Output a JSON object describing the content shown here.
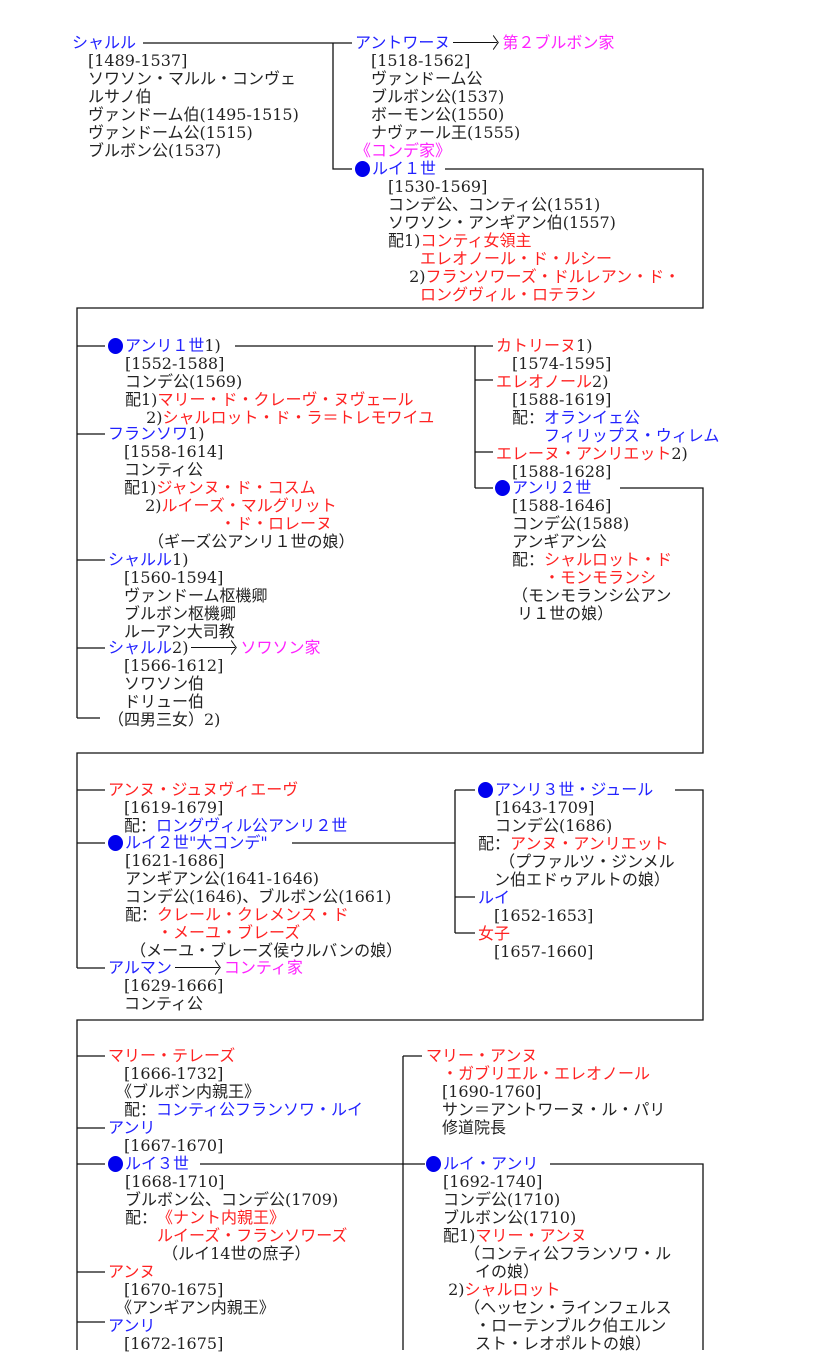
{
  "colors": {
    "b": "#2222ff",
    "r": "#ff2222",
    "m": "#ff22ff",
    "k": "#222222",
    "marker": "#0000ee"
  },
  "blocks": [
    {
      "id": "charles",
      "marker": false,
      "lines": [
        [
          {
            "t": "シャルル",
            "c": "b"
          }
        ],
        [
          {
            "t": "　[1489-1537]",
            "c": "k"
          }
        ],
        [
          {
            "t": "　ソワソン・マルル・コンヴェ",
            "c": "k"
          }
        ],
        [
          {
            "t": "　ルサノ伯",
            "c": "k"
          }
        ],
        [
          {
            "t": "　ヴァンドーム伯(1495-1515)",
            "c": "k"
          }
        ],
        [
          {
            "t": "　ヴァンドーム公(1515)",
            "c": "k"
          }
        ],
        [
          {
            "t": "　ブルボン公(1537)",
            "c": "k"
          }
        ]
      ]
    },
    {
      "id": "antoine",
      "marker": false,
      "lines": [
        [
          {
            "t": "アントワーヌ",
            "c": "b"
          },
          {
            "icon": "arrow-right-icon"
          },
          {
            "t": "第２ブルボン家",
            "c": "m"
          }
        ],
        [
          {
            "t": "　[1518-1562]",
            "c": "k"
          }
        ],
        [
          {
            "t": "　ヴァンドーム公",
            "c": "k"
          }
        ],
        [
          {
            "t": "　ブルボン公(1537)",
            "c": "k"
          }
        ],
        [
          {
            "t": "　ボーモン公(1550)",
            "c": "k"
          }
        ],
        [
          {
            "t": "　ナヴァール王(1555)",
            "c": "k"
          }
        ],
        [
          {
            "t": "《コンデ家》",
            "c": "m"
          }
        ]
      ]
    },
    {
      "id": "louis1",
      "marker": true,
      "lines": [
        [
          {
            "t": "ルイ１世",
            "c": "b"
          }
        ],
        [
          {
            "t": "　[1530-1569]",
            "c": "k"
          }
        ],
        [
          {
            "t": "　コンデ公、コンティ公(1551)",
            "c": "k"
          }
        ],
        [
          {
            "t": "　ソワソン・アンギアン伯(1557)",
            "c": "k"
          }
        ],
        [
          {
            "t": "　配1)",
            "c": "k"
          },
          {
            "t": "コンティ女領主",
            "c": "r"
          }
        ],
        [
          {
            "t": "　　　",
            "c": "k"
          },
          {
            "t": "エレオノール・ド・ルシー",
            "c": "r"
          }
        ],
        [
          {
            "t": "　　 2)",
            "c": "k"
          },
          {
            "t": "フランソワーズ・ドルレアン・ド・",
            "c": "r"
          }
        ],
        [
          {
            "t": "　　　",
            "c": "k"
          },
          {
            "t": "ロングヴィル・ロテラン",
            "c": "r"
          }
        ]
      ]
    },
    {
      "id": "henri1",
      "marker": true,
      "lines": [
        [
          {
            "t": "アンリ１世",
            "c": "b"
          },
          {
            "t": "1)",
            "c": "k"
          }
        ],
        [
          {
            "t": "[1552-1588]",
            "c": "k"
          }
        ],
        [
          {
            "t": "コンデ公(1569)",
            "c": "k"
          }
        ],
        [
          {
            "t": "配1)",
            "c": "k"
          },
          {
            "t": "マリー・ド・クレーヴ・ヌヴェール",
            "c": "r"
          }
        ],
        [
          {
            "t": "　 2)",
            "c": "k"
          },
          {
            "t": "シャルロット・ド・ラ＝トレモワイユ",
            "c": "r"
          }
        ]
      ]
    },
    {
      "id": "francois",
      "marker": false,
      "lines": [
        [
          {
            "t": "フランソワ",
            "c": "b"
          },
          {
            "t": "1)",
            "c": "k"
          }
        ],
        [
          {
            "t": "　[1558-1614]",
            "c": "k"
          }
        ],
        [
          {
            "t": "　コンティ公",
            "c": "k"
          }
        ],
        [
          {
            "t": "　配1)",
            "c": "k"
          },
          {
            "t": "ジャンヌ・ド・コスム",
            "c": "r"
          }
        ],
        [
          {
            "t": "　　 2)",
            "c": "k"
          },
          {
            "t": "ルイーズ・マルグリット",
            "c": "r"
          }
        ],
        [
          {
            "t": "　　　　　　　",
            "c": "k"
          },
          {
            "t": "・ド・ロレーヌ",
            "c": "r"
          }
        ],
        [
          {
            "t": "　　　（ギーズ公アンリ１世の娘）",
            "c": "k"
          }
        ]
      ]
    },
    {
      "id": "charles1",
      "marker": false,
      "lines": [
        [
          {
            "t": "シャルル",
            "c": "b"
          },
          {
            "t": "1)",
            "c": "k"
          }
        ],
        [
          {
            "t": "　[1560-1594]",
            "c": "k"
          }
        ],
        [
          {
            "t": "　ヴァンドーム枢機卿",
            "c": "k"
          }
        ],
        [
          {
            "t": "　ブルボン枢機卿",
            "c": "k"
          }
        ],
        [
          {
            "t": "　ルーアン大司教",
            "c": "k"
          }
        ]
      ]
    },
    {
      "id": "charles2",
      "marker": false,
      "lines": [
        [
          {
            "t": "シャルル",
            "c": "b"
          },
          {
            "t": "2)",
            "c": "k"
          },
          {
            "icon": "arrow-right-icon"
          },
          {
            "t": "ソワソン家",
            "c": "m"
          }
        ],
        [
          {
            "t": "　[1566-1612]",
            "c": "k"
          }
        ],
        [
          {
            "t": "　ソワソン伯",
            "c": "k"
          }
        ],
        [
          {
            "t": "　ドリュー伯",
            "c": "k"
          }
        ],
        [
          {
            "t": "（四男三女）2)",
            "c": "k"
          }
        ]
      ]
    },
    {
      "id": "catherine",
      "marker": false,
      "lines": [
        [
          {
            "t": "カトリーヌ",
            "c": "r"
          },
          {
            "t": "1)",
            "c": "k"
          }
        ],
        [
          {
            "t": "　[1574-1595]",
            "c": "k"
          }
        ],
        [
          {
            "t": "エレオノール",
            "c": "r"
          },
          {
            "t": "2)",
            "c": "k"
          }
        ],
        [
          {
            "t": "　[1588-1619]",
            "c": "k"
          }
        ],
        [
          {
            "t": "　配：",
            "c": "k"
          },
          {
            "t": "オランイェ公",
            "c": "b"
          }
        ],
        [
          {
            "t": "　　　",
            "c": "k"
          },
          {
            "t": "フィリップス・ウィレム",
            "c": "b"
          }
        ],
        [
          {
            "t": "エレーヌ・アンリエット",
            "c": "r"
          },
          {
            "t": "2)",
            "c": "k"
          }
        ],
        [
          {
            "t": "　[1588-1628]",
            "c": "k"
          }
        ]
      ]
    },
    {
      "id": "henri2",
      "marker": true,
      "lines": [
        [
          {
            "t": "アンリ２世",
            "c": "b"
          }
        ],
        [
          {
            "t": "[1588-1646]",
            "c": "k"
          }
        ],
        [
          {
            "t": "コンデ公(1588)",
            "c": "k"
          }
        ],
        [
          {
            "t": "アンギアン公",
            "c": "k"
          }
        ],
        [
          {
            "t": "配：",
            "c": "k"
          },
          {
            "t": "シャルロット・ド",
            "c": "r"
          }
        ],
        [
          {
            "t": "　　",
            "c": "k"
          },
          {
            "t": "・モンモランシ",
            "c": "r"
          }
        ],
        [
          {
            "t": "（モンモランシ公アン",
            "c": "k"
          }
        ],
        [
          {
            "t": " リ１世の娘）",
            "c": "k"
          }
        ]
      ]
    },
    {
      "id": "anne-genevieve",
      "marker": false,
      "lines": [
        [
          {
            "t": "アンヌ・ジュヌヴィエーヴ",
            "c": "r"
          }
        ],
        [
          {
            "t": "　[1619-1679]",
            "c": "k"
          }
        ],
        [
          {
            "t": "　配：",
            "c": "k"
          },
          {
            "t": "ロングヴィル公アンリ２世",
            "c": "b"
          }
        ]
      ]
    },
    {
      "id": "louis2",
      "marker": true,
      "lines": [
        [
          {
            "t": "ルイ２世\"大コンデ\"",
            "c": "b"
          }
        ],
        [
          {
            "t": "[1621-1686]",
            "c": "k"
          }
        ],
        [
          {
            "t": "アンギアン公(1641-1646)",
            "c": "k"
          }
        ],
        [
          {
            "t": "コンデ公(1646)、ブルボン公(1661)",
            "c": "k"
          }
        ],
        [
          {
            "t": "配：",
            "c": "k"
          },
          {
            "t": "クレール・クレメンス・ド",
            "c": "r"
          }
        ],
        [
          {
            "t": "　　",
            "c": "k"
          },
          {
            "t": "・メーユ・ブレーズ",
            "c": "r"
          }
        ],
        [
          {
            "t": " （メーユ・ブレーズ侯ウルバンの娘）",
            "c": "k"
          }
        ]
      ]
    },
    {
      "id": "armand",
      "marker": false,
      "lines": [
        [
          {
            "t": "アルマン",
            "c": "b"
          },
          {
            "icon": "arrow-right-icon"
          },
          {
            "t": "コンティ家",
            "c": "m"
          }
        ],
        [
          {
            "t": "　[1629-1666]",
            "c": "k"
          }
        ],
        [
          {
            "t": "　コンティ公",
            "c": "k"
          }
        ]
      ]
    },
    {
      "id": "henri3",
      "marker": true,
      "lines": [
        [
          {
            "t": "アンリ３世・ジュール",
            "c": "b"
          }
        ],
        [
          {
            "t": "[1643-1709]",
            "c": "k"
          }
        ],
        [
          {
            "t": "コンデ公(1686)",
            "c": "k"
          }
        ]
      ]
    },
    {
      "id": "henri3-spouse",
      "marker": false,
      "lines": [
        [
          {
            "t": "配：",
            "c": "k"
          },
          {
            "t": "アンヌ・アンリエット",
            "c": "r"
          }
        ],
        [
          {
            "t": "　 （プファルツ・ジンメル",
            "c": "k"
          }
        ],
        [
          {
            "t": "　ン伯エドゥアルトの娘）",
            "c": "k"
          }
        ],
        [
          {
            "t": "ルイ",
            "c": "b"
          }
        ],
        [
          {
            "t": "　[1652-1653]",
            "c": "k"
          }
        ],
        [
          {
            "t": "女子",
            "c": "r"
          }
        ],
        [
          {
            "t": "　[1657-1660]",
            "c": "k"
          }
        ]
      ]
    },
    {
      "id": "marie-therese",
      "marker": false,
      "lines": [
        [
          {
            "t": "マリー・テレーズ",
            "c": "r"
          }
        ],
        [
          {
            "t": "　[1666-1732]",
            "c": "k"
          }
        ],
        [
          {
            "t": "　《ブルボン内親王》",
            "c": "k"
          }
        ],
        [
          {
            "t": "　配：",
            "c": "k"
          },
          {
            "t": "コンティ公フランソワ・ルイ",
            "c": "b"
          }
        ],
        [
          {
            "t": "アンリ",
            "c": "b"
          }
        ],
        [
          {
            "t": "　[1667-1670]",
            "c": "k"
          }
        ]
      ]
    },
    {
      "id": "louis3",
      "marker": true,
      "lines": [
        [
          {
            "t": "ルイ３世",
            "c": "b"
          }
        ],
        [
          {
            "t": "[1668-1710]",
            "c": "k"
          }
        ],
        [
          {
            "t": "ブルボン公、コンデ公(1709)",
            "c": "k"
          }
        ],
        [
          {
            "t": "配：",
            "c": "k"
          },
          {
            "t": "《ナント内親王》",
            "c": "r"
          }
        ],
        [
          {
            "t": "　　",
            "c": "k"
          },
          {
            "t": "ルイーズ・フランソワーズ",
            "c": "r"
          }
        ],
        [
          {
            "t": "　　 （ルイ14世の庶子）",
            "c": "k"
          }
        ]
      ]
    },
    {
      "id": "anne",
      "marker": false,
      "lines": [
        [
          {
            "t": "アンヌ",
            "c": "r"
          }
        ],
        [
          {
            "t": "　[1670-1675]",
            "c": "k"
          }
        ],
        [
          {
            "t": "　《アンギアン内親王》",
            "c": "k"
          }
        ],
        [
          {
            "t": "アンリ",
            "c": "b"
          }
        ],
        [
          {
            "t": "　[1672-1675]",
            "c": "k"
          }
        ]
      ]
    },
    {
      "id": "marie-anne",
      "marker": false,
      "lines": [
        [
          {
            "t": "マリー・アンヌ",
            "c": "r"
          }
        ],
        [
          {
            "t": "　",
            "c": "k"
          },
          {
            "t": "・ガブリエル・エレオノール",
            "c": "r"
          }
        ],
        [
          {
            "t": "　[1690-1760]",
            "c": "k"
          }
        ],
        [
          {
            "t": "　サン＝アントワーヌ・ル・パリ",
            "c": "k"
          }
        ],
        [
          {
            "t": "　修道院長",
            "c": "k"
          }
        ]
      ]
    },
    {
      "id": "louis-henri",
      "marker": true,
      "lines": [
        [
          {
            "t": "ルイ・アンリ",
            "c": "b"
          }
        ],
        [
          {
            "t": "[1692-1740]",
            "c": "k"
          }
        ],
        [
          {
            "t": "コンデ公(1710)",
            "c": "k"
          }
        ],
        [
          {
            "t": "ブルボン公(1710)",
            "c": "k"
          }
        ],
        [
          {
            "t": "配1)",
            "c": "k"
          },
          {
            "t": "マリー・アンヌ",
            "c": "r"
          }
        ],
        [
          {
            "t": "　 （コンティ公フランソワ・ル",
            "c": "k"
          }
        ],
        [
          {
            "t": "　　イの娘）",
            "c": "k"
          }
        ],
        [
          {
            "t": " 2)",
            "c": "k"
          },
          {
            "t": "シャルロット",
            "c": "r"
          }
        ],
        [
          {
            "t": "　 （ヘッセン・ラインフェルス",
            "c": "k"
          }
        ],
        [
          {
            "t": "　　・ローテンブルク伯エルン",
            "c": "k"
          }
        ],
        [
          {
            "t": "　　スト・レオポルトの娘）",
            "c": "k"
          }
        ]
      ]
    }
  ]
}
